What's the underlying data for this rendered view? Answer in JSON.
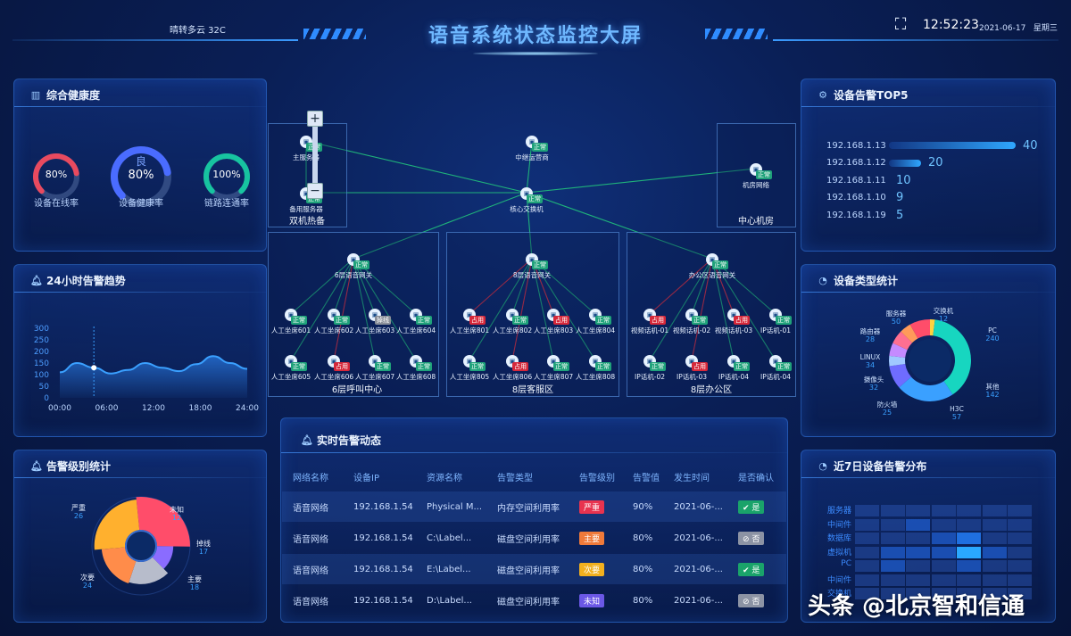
{
  "header": {
    "title": "语音系统状态监控大屏",
    "weather": "晴转多云  32C",
    "time": "12:52:23",
    "date": "2021-06-17",
    "weekday": "星期三"
  },
  "health": {
    "title": "综合健康度",
    "gauges": [
      {
        "label": "设备在线率",
        "value": "80%",
        "percent": 80,
        "color": "#e84a5f"
      },
      {
        "label": "设备健康率",
        "value": "80%",
        "grade": "良",
        "percent": 80,
        "color": "#4a6cff"
      },
      {
        "label": "链路连通率",
        "value": "100%",
        "percent": 100,
        "color": "#17c4a0"
      }
    ]
  },
  "trend": {
    "title": "24小时告警趋势",
    "chart_data": {
      "type": "area",
      "x": [
        "00:00",
        "06:00",
        "12:00",
        "18:00",
        "24:00"
      ],
      "yticks": [
        0,
        50,
        100,
        150,
        200,
        250,
        300
      ],
      "ylim": [
        0,
        300
      ],
      "values": [
        110,
        150,
        130,
        105,
        120,
        150,
        130,
        115,
        145,
        180,
        150,
        125
      ]
    }
  },
  "level_stats": {
    "title": "告警级别统计",
    "chart_data": {
      "type": "pie",
      "series": [
        {
          "name": "严重",
          "value": 26,
          "color": "#ff4d6a"
        },
        {
          "name": "未知",
          "value": 12,
          "color": "#8a6cff"
        },
        {
          "name": "掉线",
          "value": 17,
          "color": "#b7bccb"
        },
        {
          "name": "主要",
          "value": 18,
          "color": "#ff8c4a"
        },
        {
          "name": "次要",
          "value": 24,
          "color": "#ffb02e"
        }
      ]
    }
  },
  "topology": {
    "groups": [
      {
        "label": "双机热备"
      },
      {
        "label": "中心机房"
      },
      {
        "label": "6层呼叫中心"
      },
      {
        "label": "8层客服区"
      },
      {
        "label": "8层办公区"
      }
    ],
    "nodes": [
      {
        "id": "zhu",
        "name": "主服务器",
        "status": "正常",
        "kind": "ok"
      },
      {
        "id": "bei",
        "name": "备用服务器",
        "status": "正常",
        "kind": "ok"
      },
      {
        "id": "zj",
        "name": "中继运营商",
        "status": "正常",
        "kind": "ok"
      },
      {
        "id": "hx",
        "name": "核心交换机",
        "status": "正常",
        "kind": "ok"
      },
      {
        "id": "jf",
        "name": "机房网络",
        "status": "正常",
        "kind": "ok"
      },
      {
        "id": "g6",
        "name": "6层语音网关",
        "status": "正常",
        "kind": "ok"
      },
      {
        "id": "g8",
        "name": "8层语音网关",
        "status": "正常",
        "kind": "ok"
      },
      {
        "id": "gb",
        "name": "办公区语音网关",
        "status": "正常",
        "kind": "ok"
      },
      {
        "id": "a601",
        "name": "人工坐席601",
        "status": "正常",
        "kind": "ok"
      },
      {
        "id": "a602",
        "name": "人工坐席602",
        "status": "正常",
        "kind": "ok"
      },
      {
        "id": "a603",
        "name": "人工坐席603",
        "status": "掉线",
        "kind": "off"
      },
      {
        "id": "a604",
        "name": "人工坐席604",
        "status": "正常",
        "kind": "ok"
      },
      {
        "id": "a605",
        "name": "人工坐席605",
        "status": "正常",
        "kind": "ok"
      },
      {
        "id": "a606",
        "name": "人工坐席606",
        "status": "占用",
        "kind": "bad"
      },
      {
        "id": "a607",
        "name": "人工坐席607",
        "status": "正常",
        "kind": "ok"
      },
      {
        "id": "a608",
        "name": "人工坐席608",
        "status": "正常",
        "kind": "ok"
      },
      {
        "id": "a801",
        "name": "人工坐席801",
        "status": "占用",
        "kind": "bad"
      },
      {
        "id": "a802",
        "name": "人工坐席802",
        "status": "正常",
        "kind": "ok"
      },
      {
        "id": "a803",
        "name": "人工坐席803",
        "status": "占用",
        "kind": "bad"
      },
      {
        "id": "a804",
        "name": "人工坐席804",
        "status": "正常",
        "kind": "ok"
      },
      {
        "id": "a805",
        "name": "人工坐席805",
        "status": "正常",
        "kind": "ok"
      },
      {
        "id": "a806",
        "name": "人工坐席806",
        "status": "占用",
        "kind": "bad"
      },
      {
        "id": "a807",
        "name": "人工坐席807",
        "status": "正常",
        "kind": "ok"
      },
      {
        "id": "a808",
        "name": "人工坐席808",
        "status": "正常",
        "kind": "ok"
      },
      {
        "id": "v01",
        "name": "视频话机-01",
        "status": "占用",
        "kind": "bad"
      },
      {
        "id": "v02",
        "name": "视频话机-02",
        "status": "正常",
        "kind": "ok"
      },
      {
        "id": "v03",
        "name": "视频话机-03",
        "status": "占用",
        "kind": "bad"
      },
      {
        "id": "ip01",
        "name": "IP话机-01",
        "status": "正常",
        "kind": "ok"
      },
      {
        "id": "ip02",
        "name": "IP话机-02",
        "status": "正常",
        "kind": "ok"
      },
      {
        "id": "ip03",
        "name": "IP话机-03",
        "status": "占用",
        "kind": "bad"
      },
      {
        "id": "ip04a",
        "name": "IP话机-04",
        "status": "正常",
        "kind": "ok"
      },
      {
        "id": "ip04b",
        "name": "IP话机-04",
        "status": "正常",
        "kind": "ok"
      }
    ],
    "zoom_in": "+",
    "zoom_out": "−"
  },
  "top5": {
    "title": "设备告警TOP5",
    "chart_data": {
      "type": "bar",
      "categories": [
        "192.168.1.13",
        "192.168.1.12",
        "192.168.1.11",
        "192.168.1.10",
        "192.168.1.19"
      ],
      "values": [
        40,
        20,
        10,
        9,
        5
      ]
    }
  },
  "device_types": {
    "title": "设备类型统计",
    "chart_data": {
      "type": "pie",
      "series": [
        {
          "name": "交换机",
          "value": 12,
          "color": "#ffd23f"
        },
        {
          "name": "PC",
          "value": 240,
          "color": "#17d6c0"
        },
        {
          "name": "其他",
          "value": 142,
          "color": "#3aa0ff"
        },
        {
          "name": "H3C",
          "value": 57,
          "color": "#6f6cff"
        },
        {
          "name": "防火墙",
          "value": 25,
          "color": "#a0c8ff"
        },
        {
          "name": "摄像头",
          "value": 32,
          "color": "#c58bff"
        },
        {
          "name": "LINUX",
          "value": 34,
          "color": "#ff6f91"
        },
        {
          "name": "路由器",
          "value": 28,
          "color": "#ff9a5a"
        },
        {
          "name": "服务器",
          "value": 50,
          "color": "#ff4d6a"
        }
      ]
    }
  },
  "heatmap": {
    "title": "近7日设备告警分布",
    "rows": [
      "服务器",
      "中间件",
      "数据库",
      "虚拟机",
      "PC",
      "中间件",
      "交换机"
    ],
    "chart_data": {
      "type": "heatmap",
      "rows": [
        "服务器",
        "中间件",
        "数据库",
        "虚拟机",
        "PC",
        "中间件",
        "交换机"
      ],
      "cols": 7,
      "values": [
        [
          1,
          1,
          1,
          1,
          1,
          1,
          1
        ],
        [
          1,
          1,
          2,
          1,
          1,
          1,
          1
        ],
        [
          1,
          1,
          1,
          2,
          3,
          1,
          1
        ],
        [
          1,
          2,
          2,
          2,
          4,
          2,
          1
        ],
        [
          1,
          2,
          1,
          1,
          2,
          1,
          1
        ],
        [
          1,
          1,
          1,
          1,
          1,
          1,
          1
        ],
        [
          1,
          1,
          1,
          1,
          1,
          1,
          1
        ]
      ]
    }
  },
  "alerts": {
    "title": "实时告警动态",
    "headers": [
      "网络名称",
      "设备IP",
      "资源名称",
      "告警类型",
      "告警级别",
      "告警值",
      "发生时间",
      "是否确认"
    ],
    "rows": [
      {
        "net": "语音网络",
        "ip": "192.168.1.54",
        "res": "Physical M...",
        "type": "内存空间利用率",
        "level": "严重",
        "level_color": "#e8334f",
        "val": "90%",
        "time": "2021-06-...",
        "confirm": "是",
        "confirmed": true
      },
      {
        "net": "语音网络",
        "ip": "192.168.1.54",
        "res": "C:\\Label...",
        "type": "磁盘空间利用率",
        "level": "主要",
        "level_color": "#f07a3a",
        "val": "80%",
        "time": "2021-06-...",
        "confirm": "否",
        "confirmed": false
      },
      {
        "net": "语音网络",
        "ip": "192.168.1.54",
        "res": "E:\\Label...",
        "type": "磁盘空间利用率",
        "level": "次要",
        "level_color": "#f2b01e",
        "val": "80%",
        "time": "2021-06-...",
        "confirm": "是",
        "confirmed": true
      },
      {
        "net": "语音网络",
        "ip": "192.168.1.54",
        "res": "D:\\Label...",
        "type": "磁盘空间利用率",
        "level": "未知",
        "level_color": "#6b58e6",
        "val": "80%",
        "time": "2021-06-...",
        "confirm": "否",
        "confirmed": false
      }
    ]
  },
  "watermark": "头条 @北京智和信通"
}
